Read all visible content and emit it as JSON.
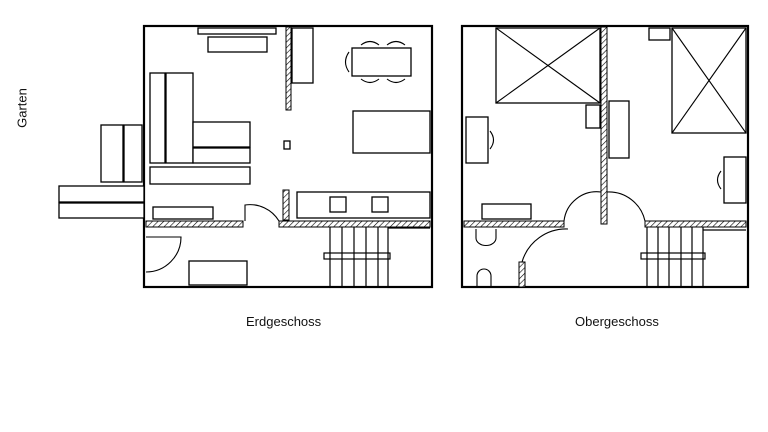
{
  "labels": {
    "garden": "Garten",
    "ground_floor": "Erdgeschoss",
    "upper_floor": "Obergeschoss"
  },
  "colors": {
    "line": "#000000",
    "background": "#ffffff"
  }
}
